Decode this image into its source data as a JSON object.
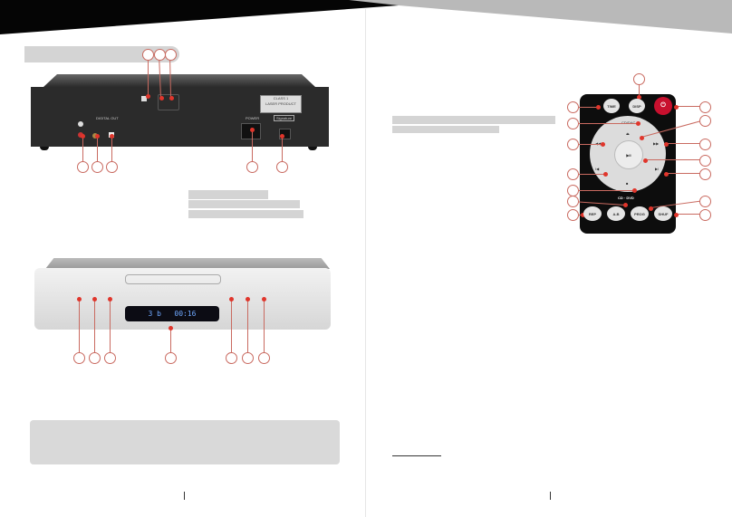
{
  "rear_panel": {
    "laser_label": [
      "CLASS 1",
      "LASER PRODUCT"
    ],
    "power_label": "POWER",
    "brand_badge": "Signature",
    "digital_out_label": "DIGITAL OUT"
  },
  "front_panel": {
    "display_text": "3 b   00:16"
  },
  "remote": {
    "buttons": {
      "time": "TIME",
      "disp": "DISP",
      "power": "⏻",
      "cd_dac": "CD/DAC",
      "rewind": "◀◀",
      "forward": "▶▶",
      "play_pause": "▶II",
      "prev": "I◀",
      "next": "▶I",
      "stop": "■",
      "open": "⏏",
      "rep": "REP",
      "ab": "A-B",
      "prog": "PROG",
      "shuf": "SHUF"
    },
    "mode_label": "CD · DVD"
  },
  "colors": {
    "accent": "#c96a60",
    "power_button": "#c8102e",
    "panel_gray": "#d4d4d4"
  }
}
